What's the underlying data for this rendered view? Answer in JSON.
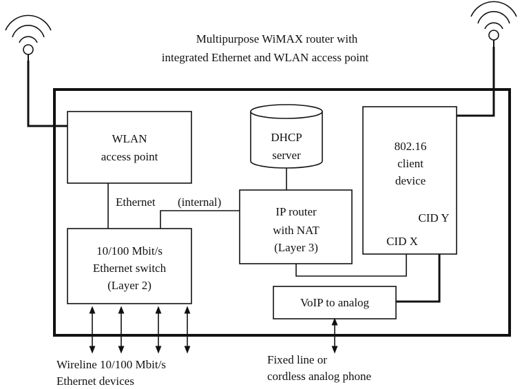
{
  "title": {
    "line1": "Multipurpose WiMAX router with",
    "line2": "integrated Ethernet and WLAN access point"
  },
  "wlan": {
    "line1": "WLAN",
    "line2": "access point"
  },
  "dhcp": {
    "line1": "DHCP",
    "line2": "server"
  },
  "client": {
    "line1": "802.16",
    "line2": "client",
    "line3": "device",
    "cid_x": "CID X",
    "cid_y": "CID Y"
  },
  "ethernet_label": "Ethernet",
  "internal_label": "(internal)",
  "router": {
    "line1": "IP router",
    "line2": "with NAT",
    "line3": "(Layer 3)"
  },
  "switch": {
    "line1": "10/100 Mbit/s",
    "line2": "Ethernet switch",
    "line3": "(Layer 2)"
  },
  "voip": {
    "label": "VoIP to analog"
  },
  "bottom_left": {
    "line1": "Wireline 10/100 Mbit/s",
    "line2": "Ethernet devices"
  },
  "bottom_right": {
    "line1": "Fixed line or",
    "line2": "cordless analog phone"
  },
  "icons": {
    "antenna_left": "antenna-icon",
    "antenna_right": "antenna-icon",
    "database": "database-icon"
  }
}
